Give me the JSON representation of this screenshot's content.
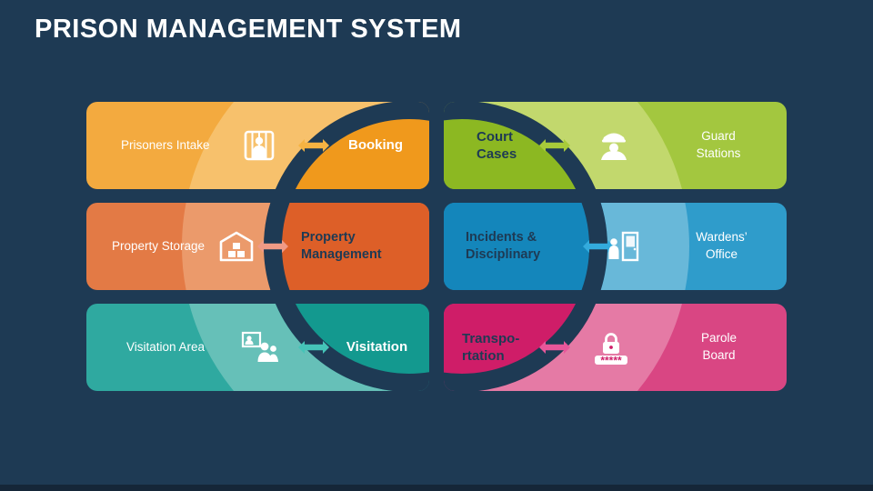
{
  "page": {
    "title": "PRISON MANAGEMENT SYSTEM",
    "background_color": "#1e3a54",
    "bottom_bar_color": "#152638"
  },
  "cards": [
    {
      "left_label": "Prisoners Intake",
      "right_label": "Booking",
      "icon": "jail-cell-icon",
      "colors": {
        "base": "#f0991c",
        "mid": "#f3aa3f",
        "light": "#f7c16c",
        "arrow": "#f6b342",
        "boldtext": "#ffffff"
      }
    },
    {
      "left_label": "Property Storage",
      "right_label": "Property Management",
      "icon": "warehouse-icon",
      "colors": {
        "base": "#dd5f28",
        "mid": "#e37a45",
        "light": "#eb9a6b",
        "arrow": "#f09a85",
        "boldtext": "#1e3a54"
      }
    },
    {
      "left_label": "Visitation Area",
      "right_label": "Visitation",
      "icon": "visitation-photo-people-icon",
      "colors": {
        "base": "#13998f",
        "mid": "#2fa9a0",
        "light": "#66c0b8",
        "arrow": "#45c4b8",
        "boldtext": "#ffffff"
      }
    },
    {
      "left_label": "Court Cases",
      "right_label": "Guard Stations",
      "icon": "guard-icon",
      "colors": {
        "base": "#8cb822",
        "mid": "#a3c73f",
        "light": "#c2d86d",
        "arrow": "#a8cb3a",
        "boldtext": "#1e3a54"
      }
    },
    {
      "left_label": "Incidents & Disciplinary",
      "right_label": "Wardens’ Office",
      "icon": "warden-door-icon",
      "colors": {
        "base": "#1486bb",
        "mid": "#2f9ccb",
        "light": "#68b8d9",
        "arrow": "#33abdd",
        "boldtext": "#1e3a54"
      }
    },
    {
      "left_label": "Transpo-rtation",
      "right_label": "Parole Board",
      "icon": "padlock-password-icon",
      "icon_text": "*****",
      "colors": {
        "base": "#cf1d68",
        "mid": "#d94683",
        "light": "#e57aa5",
        "arrow": "#e8579a",
        "boldtext": "#1e3a54"
      }
    }
  ]
}
